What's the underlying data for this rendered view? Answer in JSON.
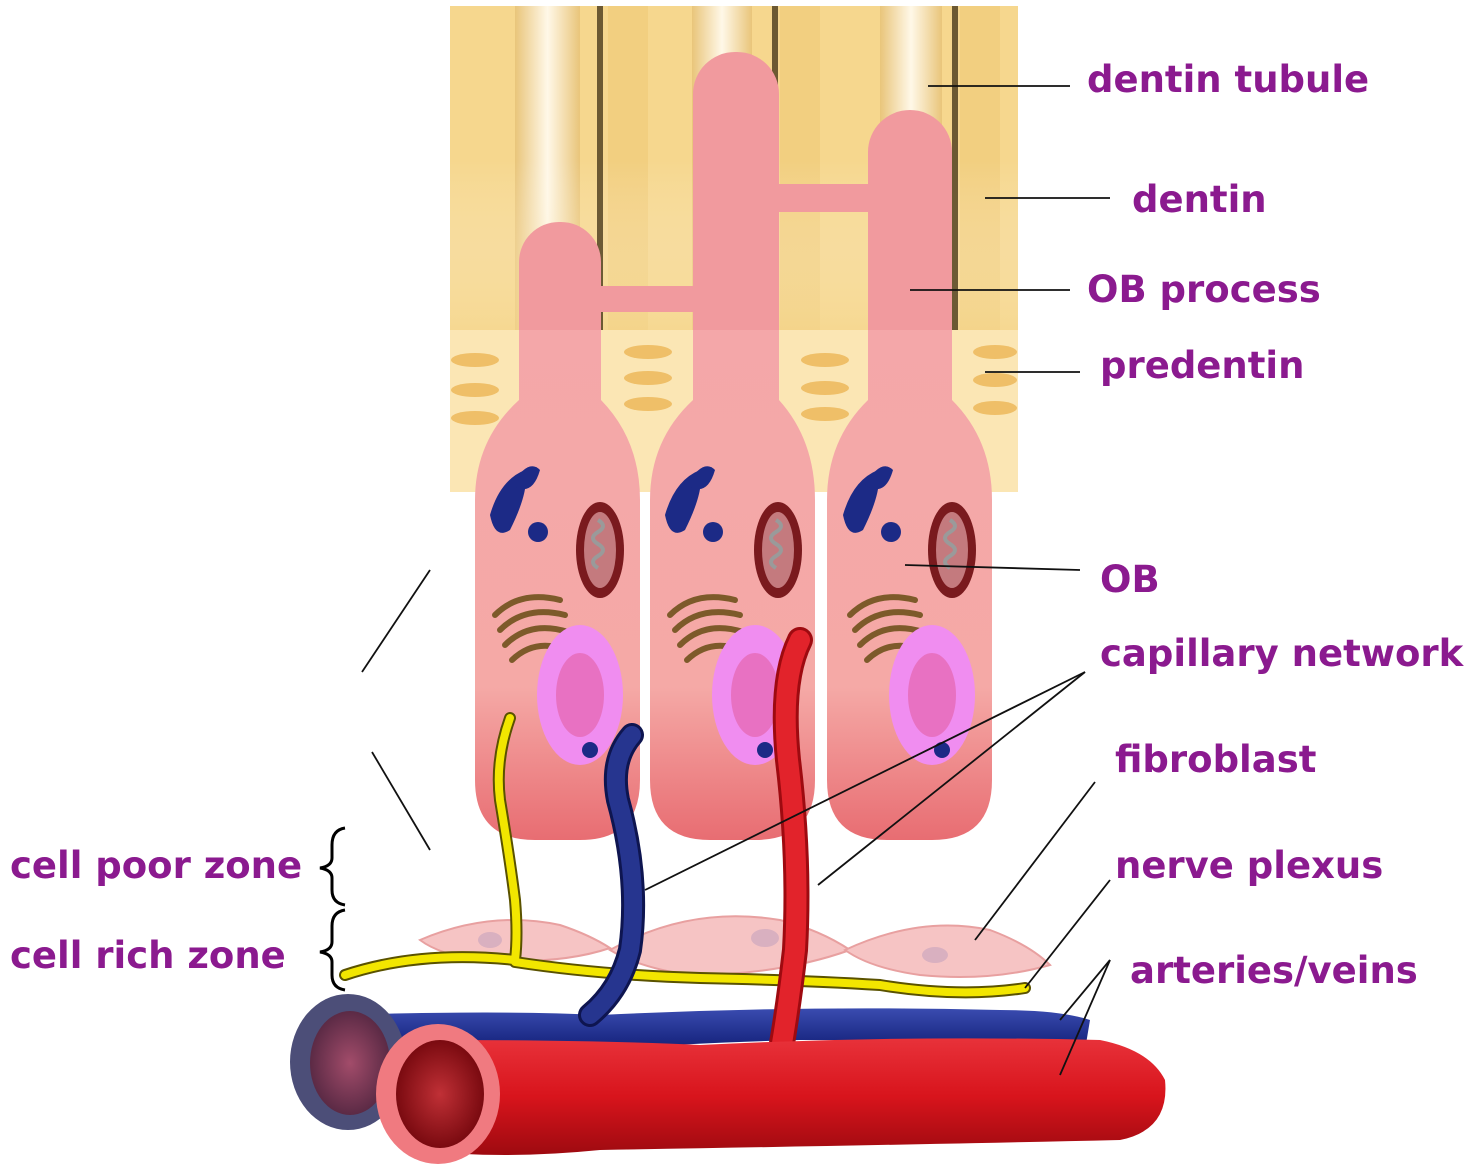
{
  "colors": {
    "label": "#8b1a8f",
    "dentin": "#f6d78e",
    "predentin": "#fbe6b4",
    "cell": "#f2a0a2",
    "artery": "#d41a22",
    "vein": "#1c2a86",
    "nerve": "#f2e600"
  },
  "labels": {
    "dentin_tubule": "dentin tubule",
    "dentin": "dentin",
    "ob_process": "OB process",
    "predentin": "predentin",
    "ob": "OB",
    "capillary_network": "capillary network",
    "fibroblast": "fibroblast",
    "nerve_plexus": "nerve plexus",
    "arteries_veins": "arteries/veins",
    "cell_poor_zone": "cell poor zone",
    "cell_rich_zone": "cell rich zone"
  },
  "icons": [
    "brace-icon"
  ]
}
